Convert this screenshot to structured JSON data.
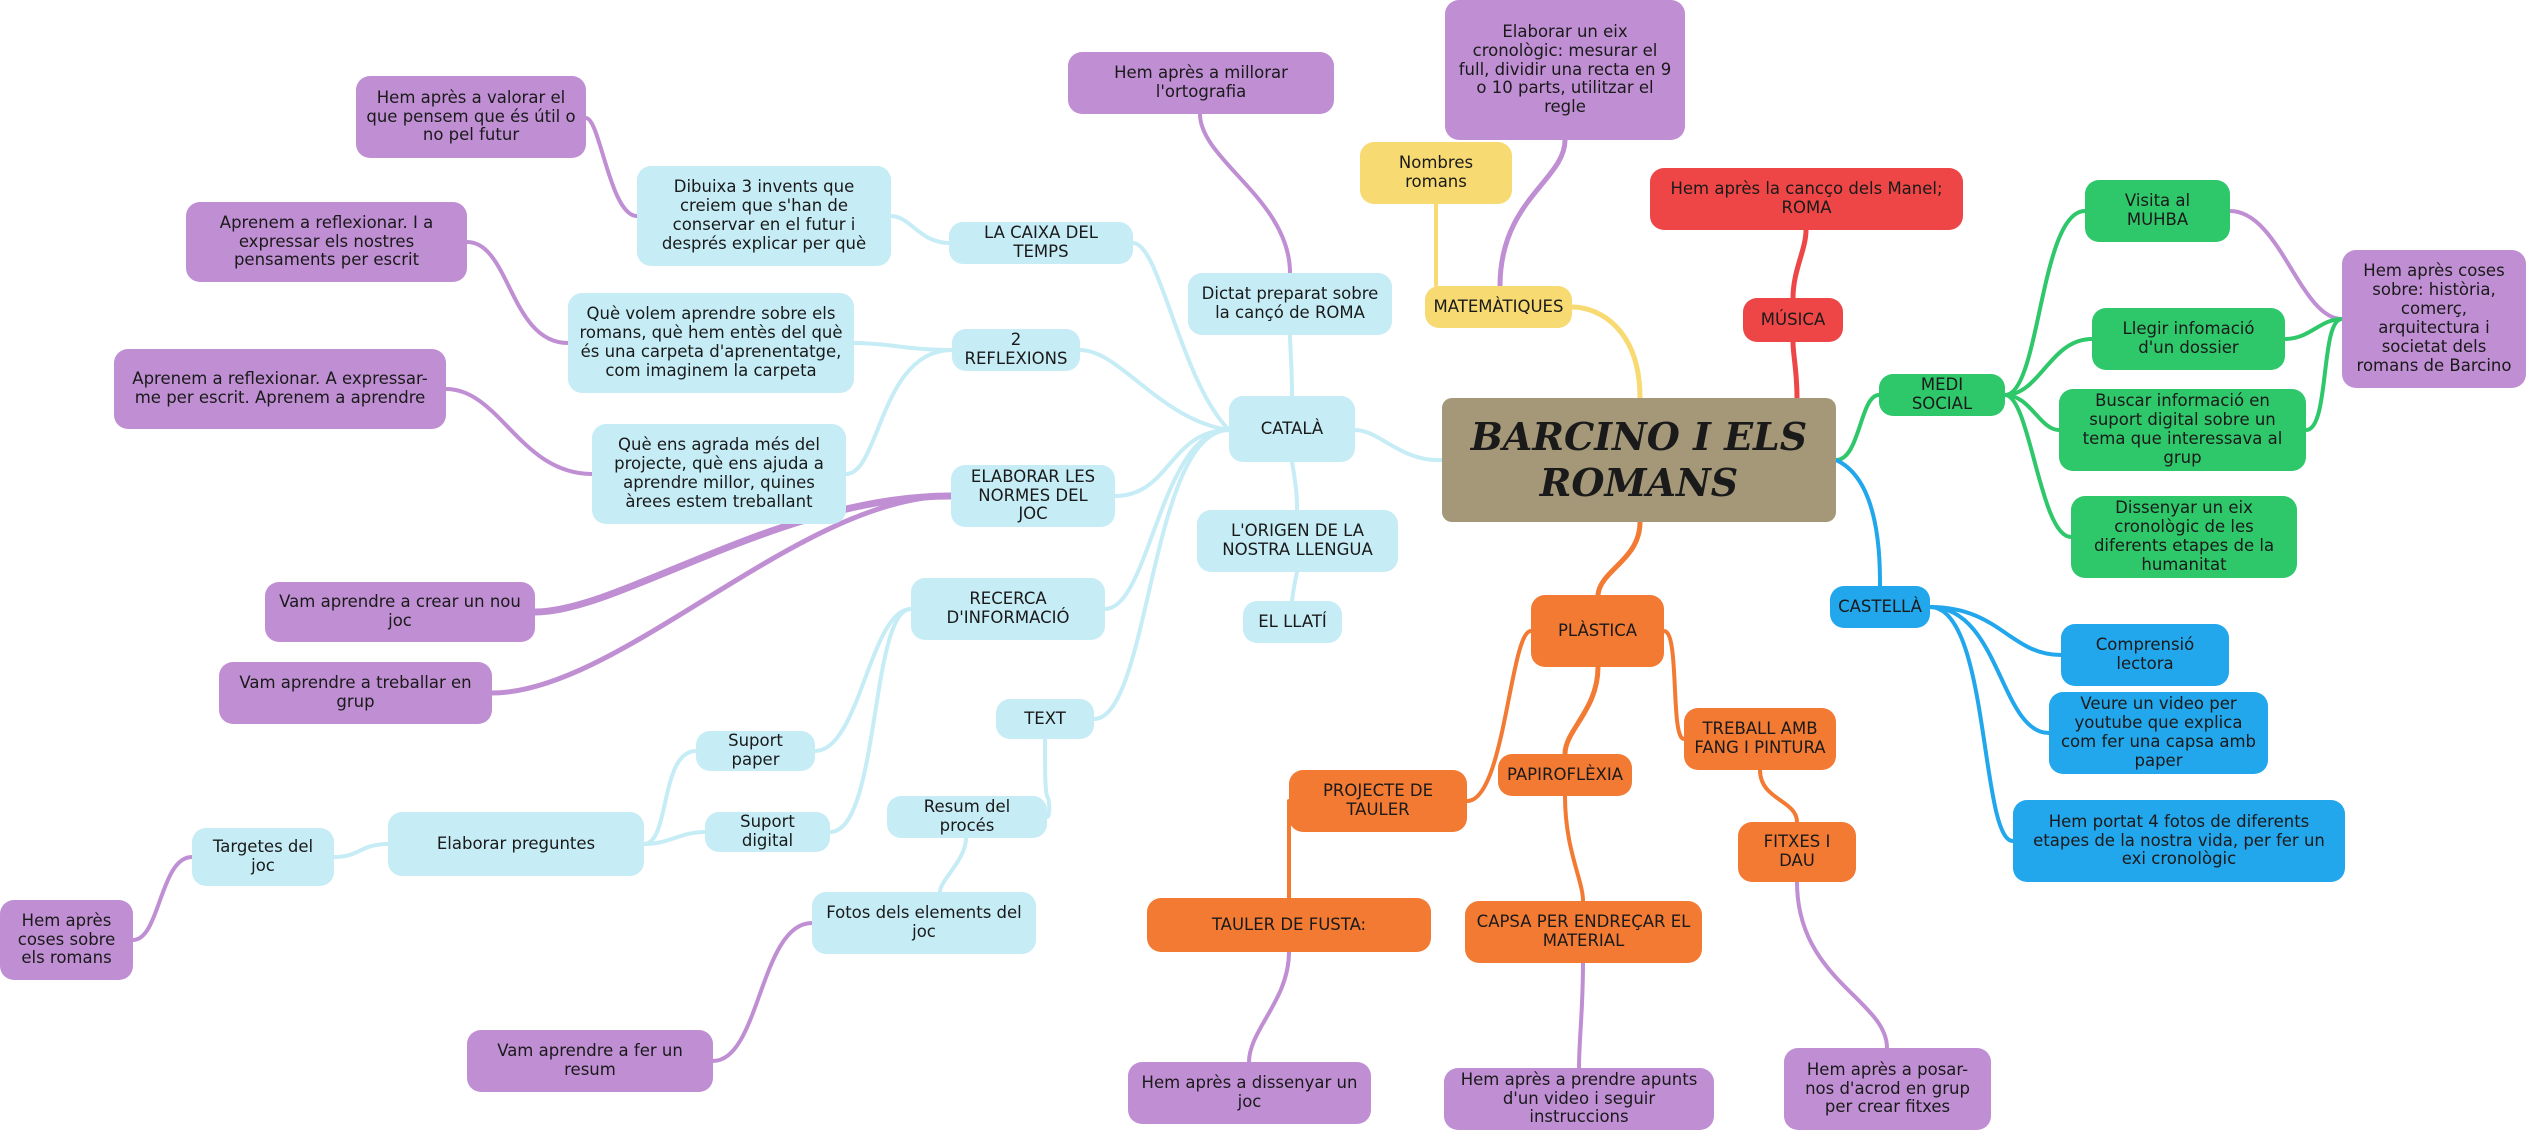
{
  "root": "BARCINO I ELS ROMANS",
  "colors": {
    "light_blue": "#c6ecf6",
    "purple": "#bf8ed3",
    "yellow": "#f7da72",
    "red": "#ee4646",
    "green": "#2ec76a",
    "blue": "#22a6ec",
    "orange": "#f27a33",
    "root": "#a59879"
  },
  "branches": {
    "catala": {
      "label": "CATALÀ",
      "dictat": "Dictat preparat sobre la cançó de ROMA",
      "ortografia": "Hem après a millorar l'ortografia",
      "origen": "L'ORIGEN DE LA NOSTRA LLENGUA",
      "llati": "EL LLATÍ",
      "caixa_temps": "LA CAIXA DEL TEMPS",
      "dibuixa_invents": "Dibuixa 3 invents que creiem que s'han de conservar en el futur i després explicar per què",
      "valorar": "Hem après a valorar el que pensem que és útil o no pel futur",
      "reflexions": "2 REFLEXIONS",
      "que_volem": "Què volem aprendre sobre els romans, què hem entès del què és una carpeta d'aprenentatge, com imaginem la carpeta",
      "reflexionar_1": "Aprenem a reflexionar. I a expressar els nostres pensaments per escrit",
      "que_agrada": "Què ens agrada més del projecte, què ens ajuda a aprendre millor, quines àrees estem treballant",
      "reflexionar_2": "Aprenem a reflexionar. A expressar-me per escrit. Aprenem a aprendre",
      "normes": "ELABORAR LES NORMES DEL JOC",
      "crear_joc": "Vam aprendre a crear un nou joc",
      "treballar_grup": "Vam aprendre a treballar en grup",
      "recerca": "RECERCA D'INFORMACIÓ",
      "suport_paper": "Suport paper",
      "suport_digital": "Suport digital",
      "elaborar_preguntes": "Elaborar preguntes",
      "targetes": "Targetes del joc",
      "coses_romans": "Hem après coses sobre els romans",
      "text": "TEXT",
      "resum_proces": "Resum del procés",
      "fotos_joc": "Fotos dels elements del joc",
      "fer_resum": "Vam aprendre a fer un resum"
    },
    "matematiques": {
      "label": "MATEMÀTIQUES",
      "nombres_romans": "Nombres romans",
      "eix": "Elaborar un eix cronològic: mesurar el full, dividir una recta en 9 o 10 parts, utilitzar el regle"
    },
    "musica": {
      "label": "MÚSICA",
      "manel": "Hem après la cancço dels Manel; ROMA"
    },
    "medi_social": {
      "label": "MEDI SOCIAL",
      "muhba": "Visita al MUHBA",
      "dossier": "Llegir infomació d'un dossier",
      "suport_digital": "Buscar informació en suport digital sobre un tema que interessava al grup",
      "eix_humanitat": "Dissenyar un eix cronològic de les diferents etapes de la humanitat",
      "coses_barcino": "Hem après coses sobre: història, comerç, arquitectura i societat dels romans de Barcino"
    },
    "castella": {
      "label": "CASTELLÀ",
      "comprensio": "Comprensió lectora",
      "video": "Veure un video per youtube que explica com fer una capsa amb paper",
      "fotos": "Hem portat 4 fotos de diferents etapes de la nostra vida, per fer un exi cronològic"
    },
    "plastica": {
      "label": "PLÀSTICA",
      "projecte_tauler": "PROJECTE DE TAULER",
      "tauler_fusta": "TAULER DE FUSTA:",
      "dissenyar_joc": "Hem après a dissenyar un joc",
      "papiroflexia": "PAPIROFLÈXIA",
      "capsa": "CAPSA PER ENDREÇAR EL MATERIAL",
      "apunts": "Hem après a prendre apunts d'un video i seguir instruccions",
      "fang": "TREBALL AMB FANG I PINTURA",
      "fitxes_dau": "FITXES I DAU",
      "acord": "Hem après a posar-nos d'acrod en grup per crear fitxes"
    }
  }
}
